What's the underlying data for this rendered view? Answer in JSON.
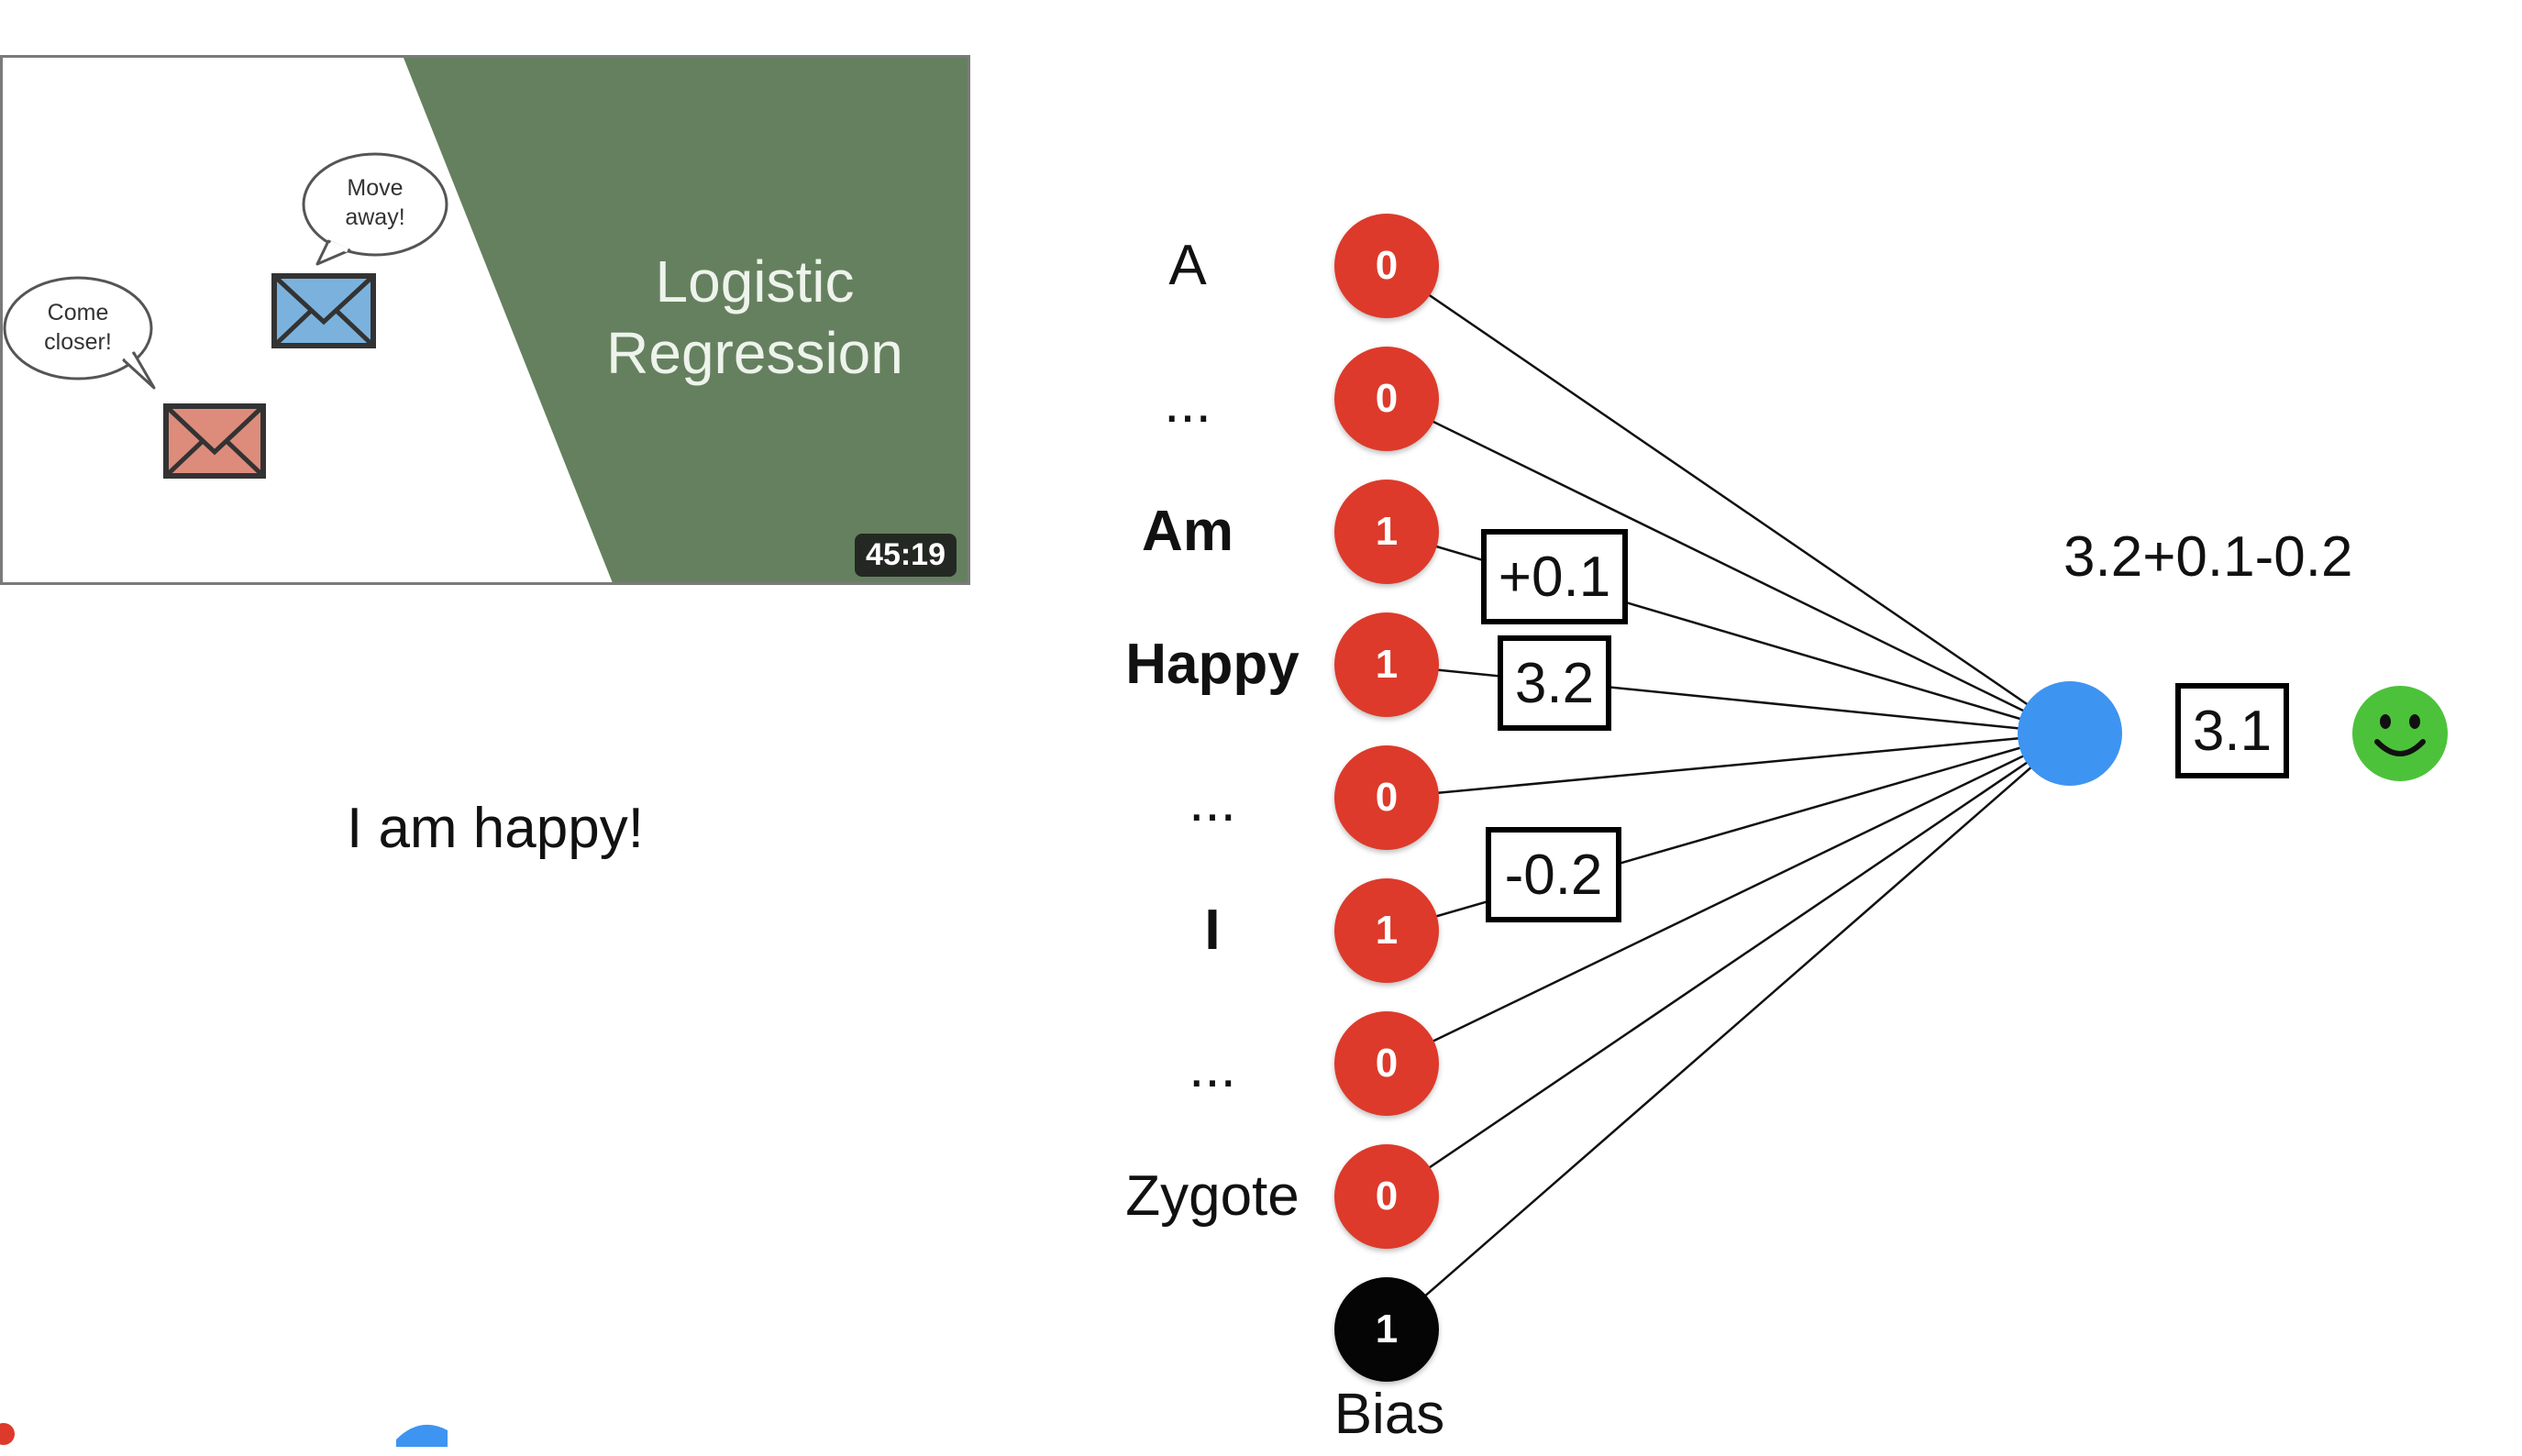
{
  "thumbnail": {
    "title_line1": "Logistic",
    "title_line2": "Regression",
    "bubble_left_line1": "Come",
    "bubble_left_line2": "closer!",
    "bubble_right_line1": "Move",
    "bubble_right_line2": "away!",
    "duration": "45:19",
    "bg_green": "#65805e"
  },
  "sentence": "I am happy!",
  "inputs": [
    {
      "word": "A",
      "value": "0",
      "bold": false
    },
    {
      "word": "...",
      "value": "0",
      "bold": false
    },
    {
      "word": "Am",
      "value": "1",
      "bold": true
    },
    {
      "word": "Happy",
      "value": "1",
      "bold": true
    },
    {
      "word": "...",
      "value": "0",
      "bold": false
    },
    {
      "word": "I",
      "value": "1",
      "bold": true
    },
    {
      "word": "...",
      "value": "0",
      "bold": false
    },
    {
      "word": "Zygote",
      "value": "0",
      "bold": false
    }
  ],
  "bias": {
    "label": "Bias",
    "value": "1"
  },
  "weights": {
    "am": "+0.1",
    "happy": "3.2",
    "i": "-0.2"
  },
  "output": {
    "sum_expression": "3.2+0.1-0.2",
    "result": "3.1",
    "sentiment_icon": "smiley-face-icon"
  },
  "colors": {
    "input_node": "#dd3a2b",
    "bias_node": "#050505",
    "output_node": "#3e94f1",
    "smiley": "#4cc23a"
  }
}
